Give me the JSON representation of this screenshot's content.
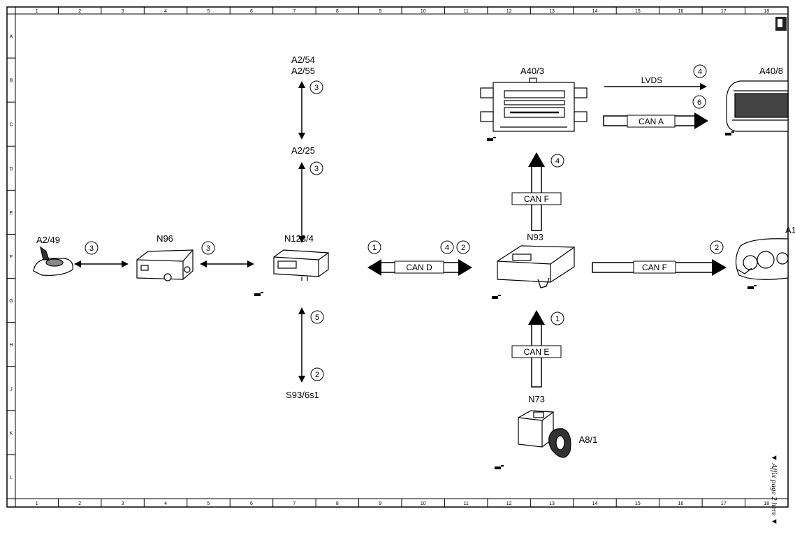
{
  "frame": {
    "columns": [
      "1",
      "2",
      "3",
      "4",
      "5",
      "6",
      "7",
      "8",
      "9",
      "10",
      "11",
      "12",
      "13",
      "14",
      "15",
      "16",
      "17",
      "18"
    ],
    "rows": [
      "A",
      "B",
      "C",
      "D",
      "E",
      "F",
      "G",
      "H",
      "J",
      "K",
      "L"
    ]
  },
  "components": {
    "a2_54": "A2/54",
    "a2_55": "A2/55",
    "a2_25": "A2/25",
    "a2_49": "A2/49",
    "n96": "N96",
    "n123_4": "N123/4",
    "s93_6s1": "S93/6s1",
    "a40_3": "A40/3",
    "a40_8": "A40/8",
    "n93": "N93",
    "a1": "A1",
    "n73": "N73",
    "a8_1": "A8/1"
  },
  "buses": {
    "lvds": "LVDS",
    "can_a": "CAN A",
    "can_d": "CAN D",
    "can_e": "CAN E",
    "can_f_up": "CAN F",
    "can_f_right": "CAN F"
  },
  "markers": {
    "m_a254": "3",
    "m_a225": "3",
    "m_a249": "3",
    "m_n96": "3",
    "m_s93_top": "5",
    "m_s93_bot": "2",
    "m_cand_left": "1",
    "m_cand_r1": "4",
    "m_cand_r2": "2",
    "m_canf_up": "4",
    "m_lvds": "4",
    "m_cana": "6",
    "m_canf_right": "2",
    "m_cane": "1"
  },
  "side_note": "▼ Affix page 2 here ▼"
}
